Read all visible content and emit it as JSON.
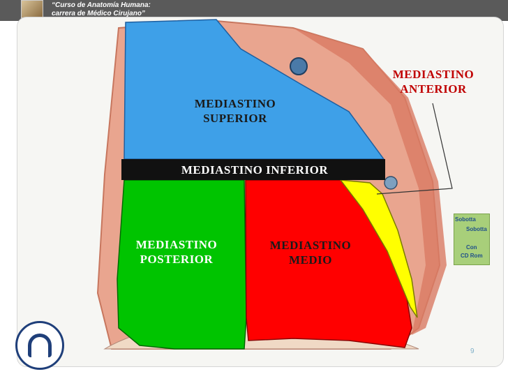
{
  "header": {
    "course_title": "“Curso de Anatomía Humana:\ncarrera de Médico Cirujano”"
  },
  "regions": {
    "superior": "MEDIASTINO\nSUPERIOR",
    "inferior": "MEDIASTINO INFERIOR",
    "anterior": "MEDIASTINO\nANTERIOR",
    "posterior": "MEDIASTINO\nPOSTERIOR",
    "medio": "MEDIASTINO\nMEDIO"
  },
  "colors": {
    "superior": "#3ea0e8",
    "posterior": "#00c400",
    "medio": "#ff0000",
    "anterior": "#ffff00",
    "inferior_band": "#111111",
    "label_red": "#c00000",
    "label_dark": "#1a1a1a",
    "label_white": "#ffffff"
  },
  "cd_badge": {
    "line1": "Sobotta",
    "line2": "Sobotta",
    "line3": "Con",
    "line4": "CD Rom"
  },
  "page_number": "9"
}
